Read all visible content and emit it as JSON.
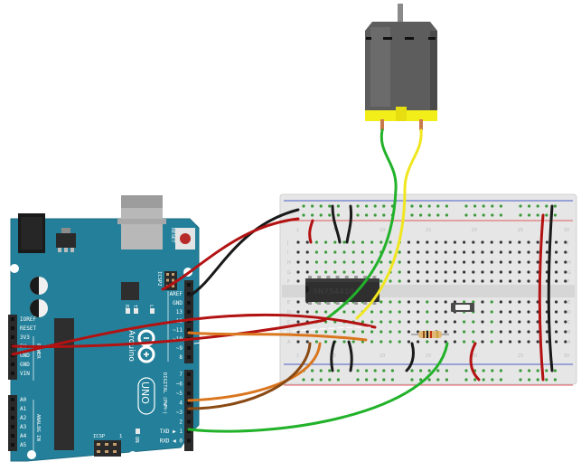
{
  "diagram": {
    "title": "Arduino UNO driving DC motor via SN754410 on breadboard",
    "colors": {
      "board": "#24809a",
      "board_edge": "#1a6e85",
      "breadboard": "#e8e8e8",
      "rail_red": "#e05a5a",
      "rail_blue": "#4a5fc4",
      "motor_body": "#5e5e5e",
      "motor_cap": "#f2ee1a",
      "wire_red": "#b31212",
      "wire_black": "#1a1a1a",
      "wire_green": "#22b22a",
      "wire_yellow": "#f0e620",
      "wire_orange": "#d9761e",
      "wire_brown": "#8a4a14"
    },
    "arduino": {
      "model_logo": "UNO",
      "brand_logo": "Arduino",
      "reset_label": "RESET",
      "icsp2_label": "ICSP2",
      "icsp_label": "ICSP",
      "icsp_pin1": "1",
      "rx_label": "RX",
      "tx_label": "TX",
      "l_label": "L",
      "on_label": "ON",
      "power_header_label": "POWER",
      "analog_header_label": "ANALOG IN",
      "digital_header_label": "DIGITAL (PWM~)",
      "power_pins": [
        "IOREF",
        "RESET",
        "3V3",
        "5V",
        "GND",
        "GND",
        "VIN"
      ],
      "analog_pins": [
        "A0",
        "A1",
        "A2",
        "A3",
        "A4",
        "A5"
      ],
      "digital_top_pins": [
        "AREF",
        "GND",
        "13",
        "12",
        "~11",
        "~10",
        "~9",
        "8"
      ],
      "digital_bottom_pins": [
        "7",
        "~6",
        "~5",
        "4",
        "~3",
        "2",
        "TXD ▶ 1",
        "RXD ◀ 0"
      ]
    },
    "breadboard": {
      "column_markers": [
        "1",
        "5",
        "10",
        "15",
        "20",
        "25",
        "30"
      ],
      "row_letters_top": [
        "J",
        "I",
        "H",
        "G",
        "F"
      ],
      "row_letters_bottom": [
        "E",
        "D",
        "C",
        "B",
        "A"
      ]
    },
    "chip": {
      "label": "SN754410"
    },
    "components": {
      "motor": "dc-motor",
      "resistor": "resistor",
      "button": "pushbutton"
    }
  }
}
